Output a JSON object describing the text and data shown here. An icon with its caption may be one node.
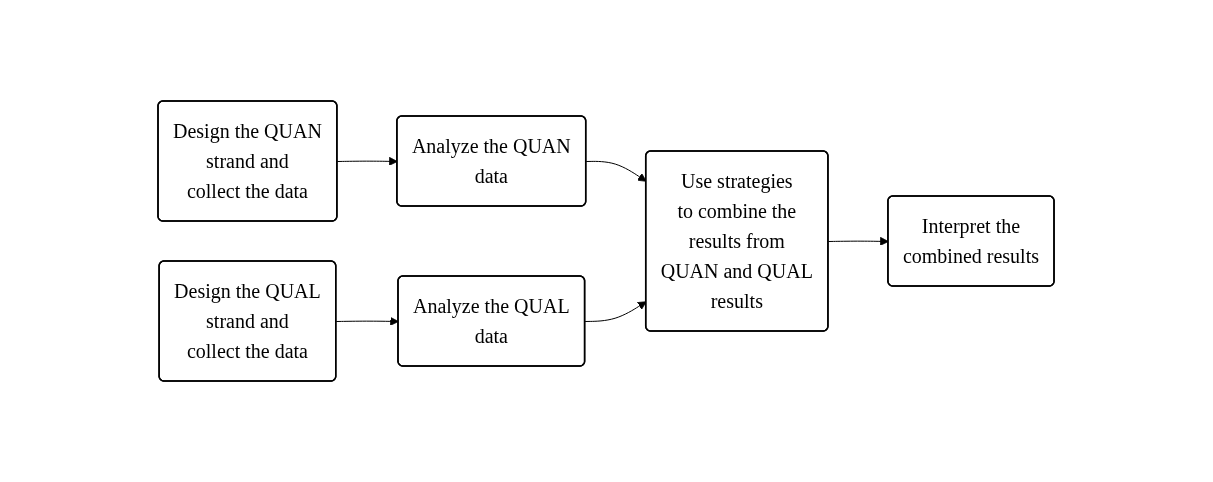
{
  "diagram": {
    "nodes": [
      {
        "text": [
          "Design the QUAN strand and collect the data"
        ]
      },
      {
        "text": [
          "Analyze the QUAN data"
        ]
      },
      {
        "text": [
          "Use strategies to combine the results from QUAN and QUAL results"
        ]
      },
      {
        "text": [
          "Interpret the combined results"
        ]
      },
      {
        "text": [
          "Design the QUAL strand and collect the data"
        ]
      },
      {
        "text": [
          "Analyze the QUAL data"
        ]
      }
    ],
    "edges": [
      {
        "from": 0,
        "to": 1,
        "arrow": "to"
      },
      {
        "from": 1,
        "to": 2,
        "arrow": "to"
      },
      {
        "from": 4,
        "to": 5,
        "arrow": "to"
      },
      {
        "from": 5,
        "to": 2,
        "arrow": "to"
      },
      {
        "from": 2,
        "to": 3,
        "arrow": "to"
      }
    ]
  }
}
